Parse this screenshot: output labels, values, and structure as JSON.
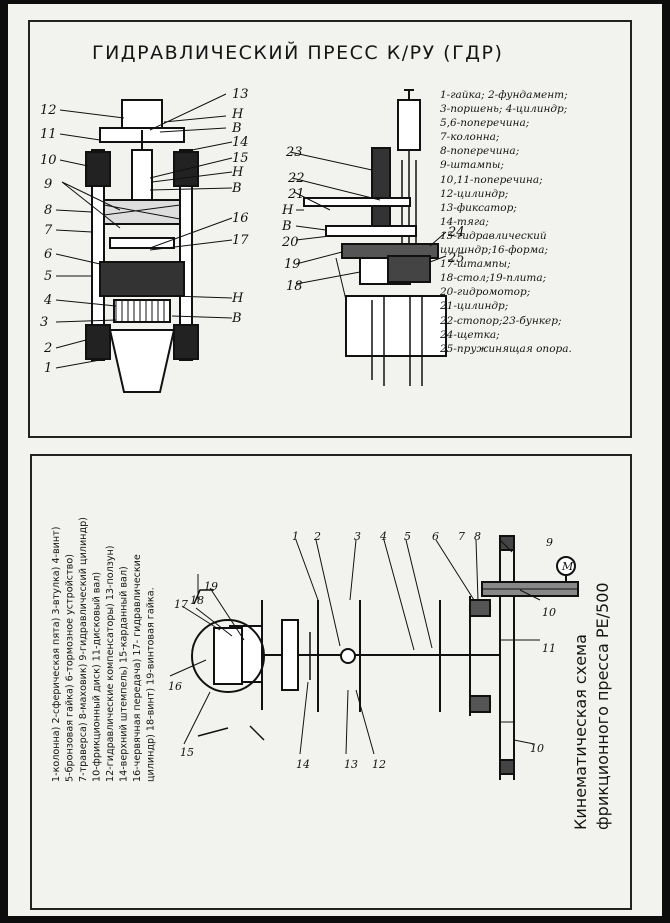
{
  "top": {
    "title": "ГИДРАВЛИЧЕСКИЙ ПРЕСС   К/РУ (ГДР)",
    "legend": [
      "1-гайка; 2-фундамент;",
      "3-поршень; 4-цилиндр;",
      "5,6-поперечина;",
      "7-колонна;",
      "8-поперечина;",
      "9-штампы;",
      "10,11-поперечина;",
      "12-цилиндр;",
      "13-фиксатор;",
      "14-тяга;",
      "15-гидравлический",
      "цилиндр;16-форма;",
      "17-штампы;",
      "18-стол;19-плита;",
      "20-гидромотор;",
      "21-цилиндр;",
      "22-стопор;23-бункер;",
      "24-щетка;",
      "25-пружинящая опора."
    ],
    "left_labels": [
      "12",
      "11",
      "10",
      "9",
      "8",
      "7",
      "6",
      "5",
      "4",
      "3",
      "2",
      "1"
    ],
    "right_labels": [
      "13",
      "Н",
      "В",
      "14",
      "15",
      "Н",
      "В",
      "16",
      "17",
      "Н",
      "В"
    ],
    "mid_labels": [
      "23",
      "22",
      "21",
      "Н",
      "В",
      "20",
      "19",
      "18",
      "24",
      "25"
    ]
  },
  "bottom": {
    "title_line1": "Кинематическая схема",
    "title_line2": "фрикционного пресса РЕ/500",
    "legend": [
      "1-колонна) 2-сферическая пята) 3-втулка) 4-винт)",
      "5-бронзовая гайка) 6-тормозное устройство)",
      "7-траверса) 8-маховик) 9-гидравлический цилиндр)",
      "10-фрикционный диск) 11-дисковый вал)",
      "12-гидравлические компенсаторы) 13-ползун)",
      "14-верхний штемпель) 15-карданный вал)",
      "16-червячная передача) 17- гидравлические",
      "цилиндр) 18-винт) 19-винтовая гайка."
    ],
    "labels": [
      "1",
      "2",
      "3",
      "4",
      "5",
      "6",
      "7",
      "8",
      "9",
      "10",
      "11",
      "10",
      "12",
      "13",
      "14",
      "15",
      "16",
      "17",
      "18",
      "19"
    ],
    "motor_symbol": "M"
  }
}
